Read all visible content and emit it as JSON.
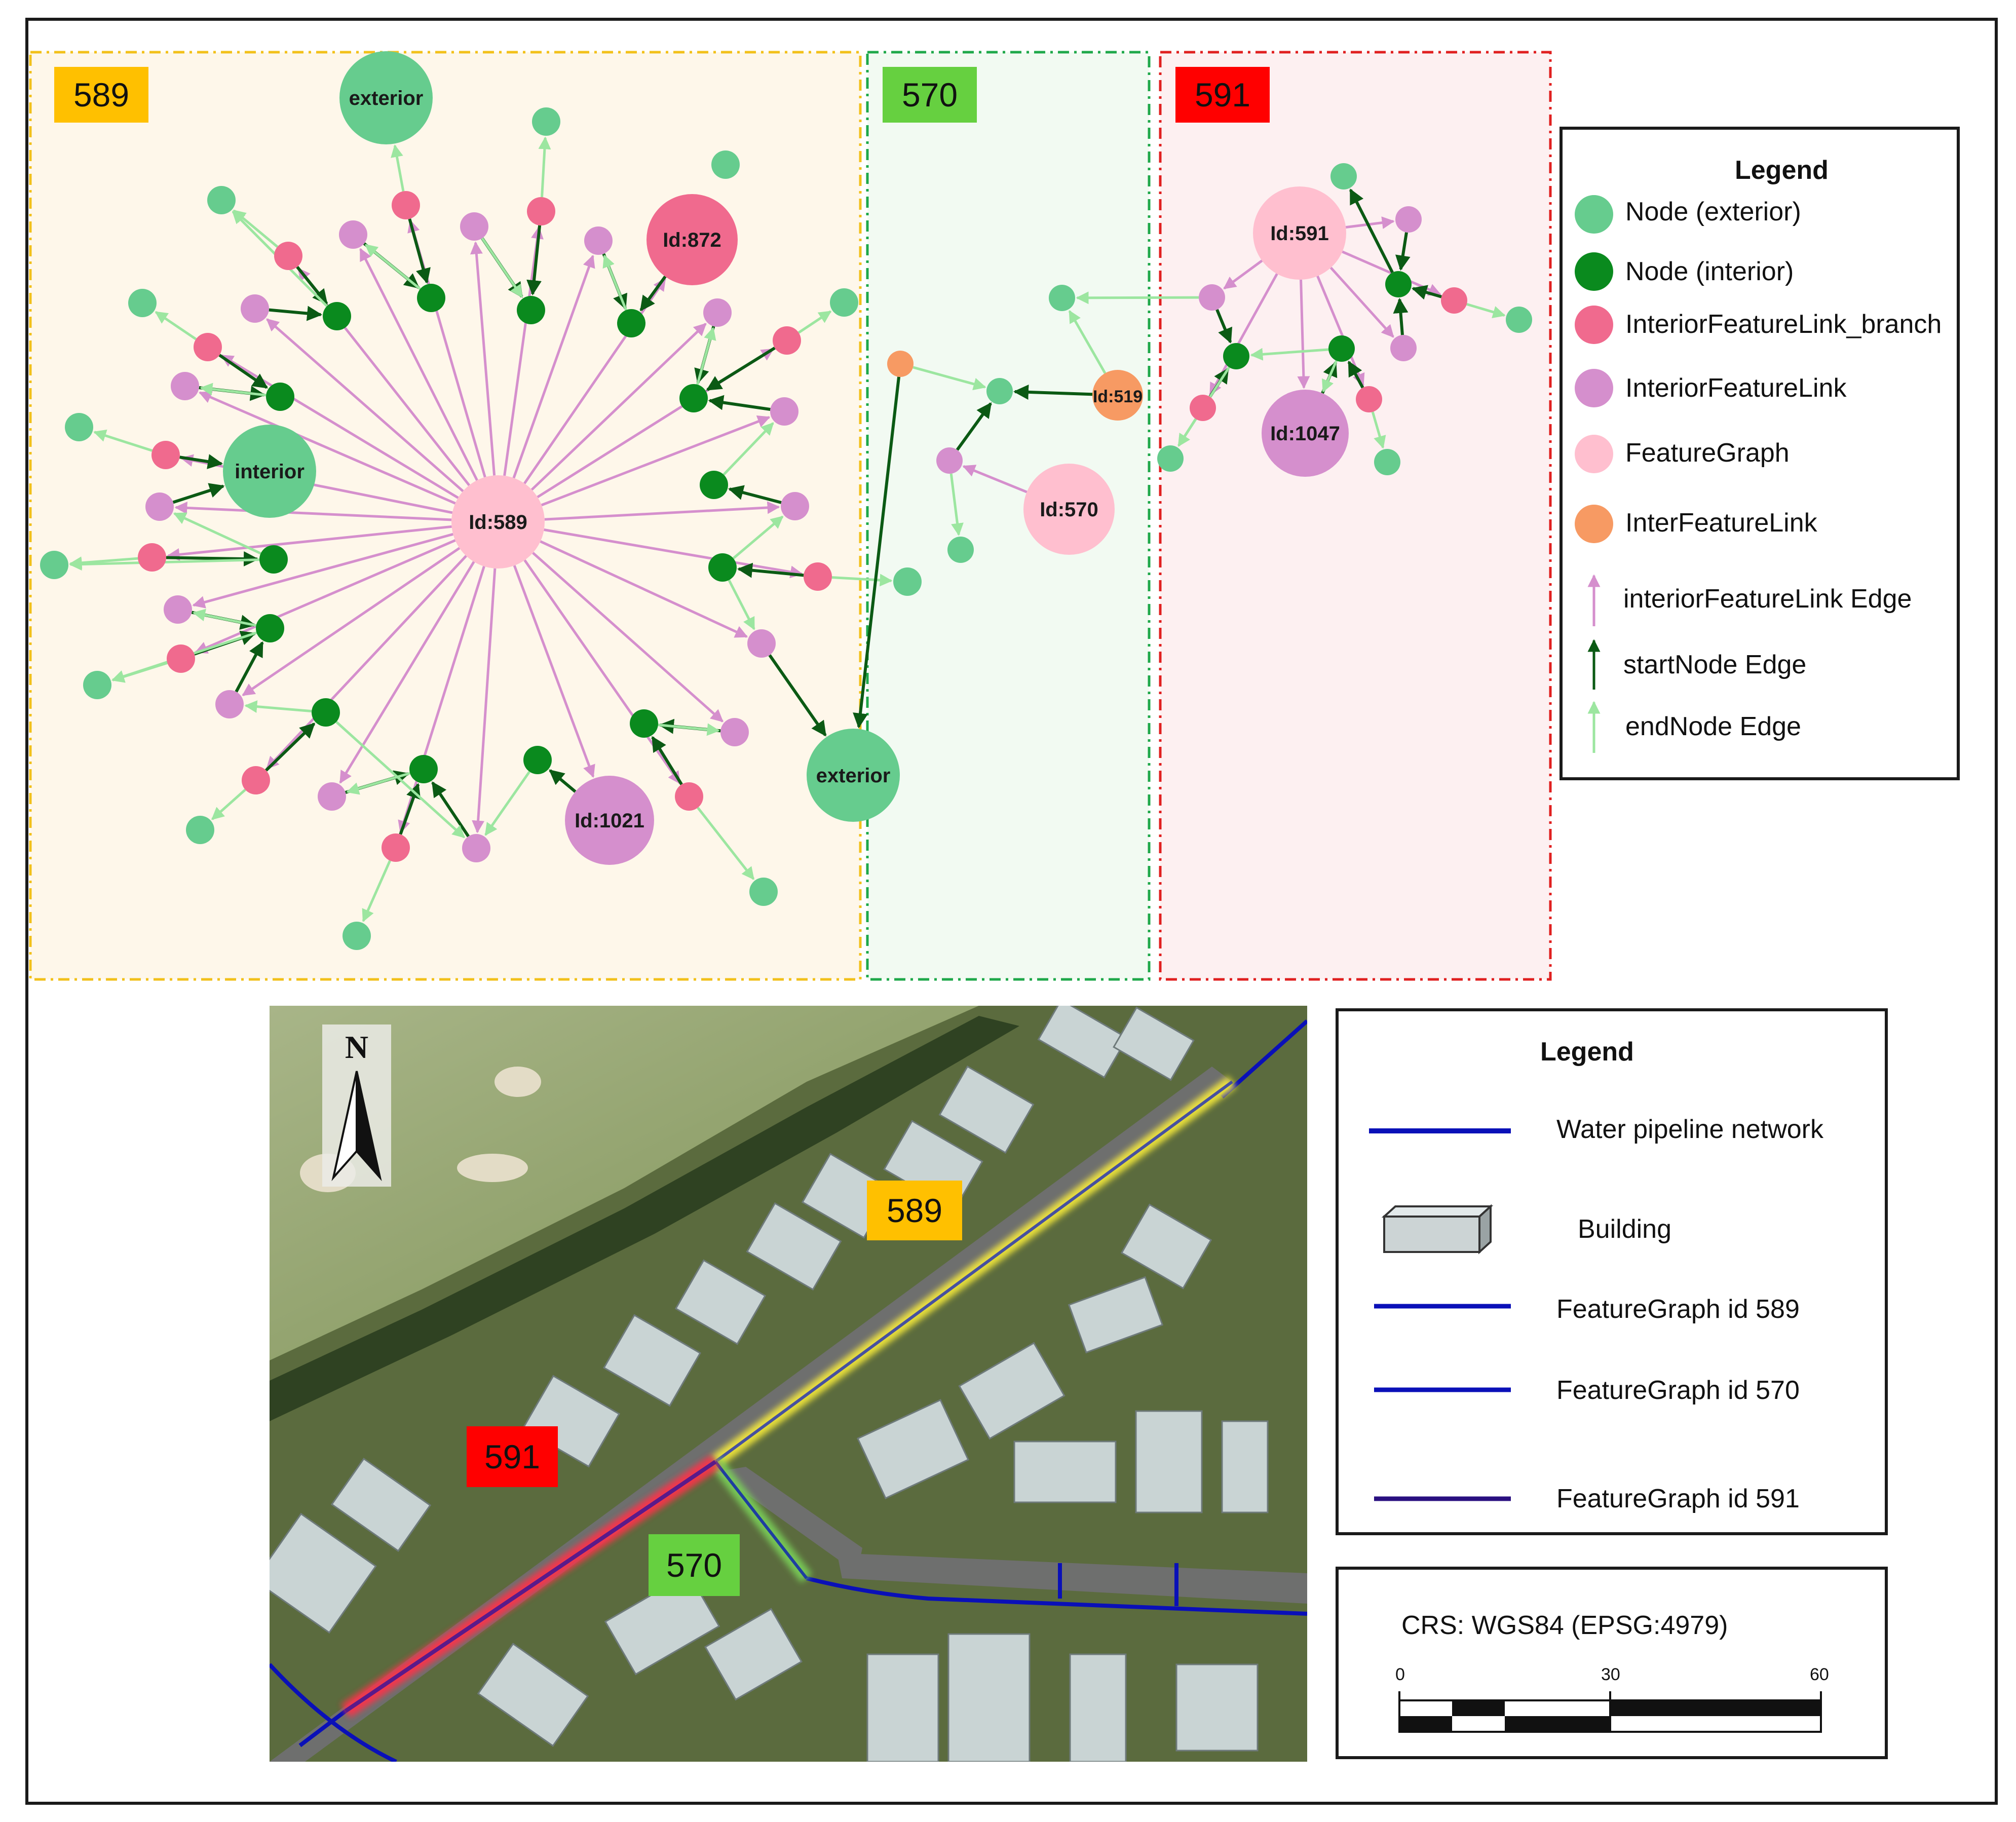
{
  "regions": {
    "r589": {
      "label": "589",
      "color": "#FFC000"
    },
    "r570": {
      "label": "570",
      "color": "#66D040"
    },
    "r591": {
      "label": "591",
      "color": "#FF0000"
    }
  },
  "node_labels": {
    "fg589": "Id:589",
    "fg570": "Id:570",
    "fg591": "Id:591",
    "ifl872": "Id:872",
    "ifl1021": "Id:1021",
    "ifl1047": "Id:1047",
    "ifl519": "Id:519",
    "exterior_top": "exterior",
    "interior_left": "interior",
    "exterior_bottom": "exterior"
  },
  "colors": {
    "node_exterior": "#66CC8E",
    "node_interior": "#0A8A1E",
    "ifl_branch": "#F06A8E",
    "ifl": "#D58FCD",
    "feature_graph": "#FFBFCF",
    "inter_feature_link": "#F79A63",
    "edge_ifl": "#D58FCD",
    "edge_start": "#0B5A14",
    "edge_end": "#9CE6A0",
    "pipeline": "#0A10B8"
  },
  "graph_legend": {
    "title": "Legend",
    "items": [
      {
        "label": "Node (exterior)",
        "symbol": "circle",
        "color": "#66CC8E"
      },
      {
        "label": "Node (interior)",
        "symbol": "circle",
        "color": "#0A8A1E"
      },
      {
        "label": "InteriorFeatureLink_branch",
        "symbol": "circle",
        "color": "#F06A8E"
      },
      {
        "label": "InteriorFeatureLink",
        "symbol": "circle",
        "color": "#D58FCD"
      },
      {
        "label": "FeatureGraph",
        "symbol": "circle",
        "color": "#FFBFCF"
      },
      {
        "label": "InterFeatureLink",
        "symbol": "circle",
        "color": "#F79A63"
      },
      {
        "label": "interiorFeatureLink Edge",
        "symbol": "arrow",
        "color": "#D58FCD"
      },
      {
        "label": "startNode Edge",
        "symbol": "arrow",
        "color": "#0B5A14"
      },
      {
        "label": "endNode Edge",
        "symbol": "arrow",
        "color": "#9CE6A0"
      }
    ]
  },
  "map_legend": {
    "title": "Legend",
    "items": [
      {
        "label": "Water pipeline network",
        "symbol": "line"
      },
      {
        "label": "Building",
        "symbol": "box"
      },
      {
        "label": "FeatureGraph id 589",
        "symbol": "glow-line",
        "glow": "#FFF23A"
      },
      {
        "label": "FeatureGraph id 570",
        "symbol": "glow-line",
        "glow": "#7CD65A"
      },
      {
        "label": "FeatureGraph id 591",
        "symbol": "glow-line",
        "glow": "#FF3048"
      }
    ]
  },
  "map_labels": {
    "l589": "589",
    "l591": "591",
    "l570": "570"
  },
  "north_arrow": {
    "letter": "N"
  },
  "scale": {
    "crs": "CRS: WGS84 (EPSG:4979)",
    "ticks": [
      "0",
      "30",
      "60"
    ]
  }
}
